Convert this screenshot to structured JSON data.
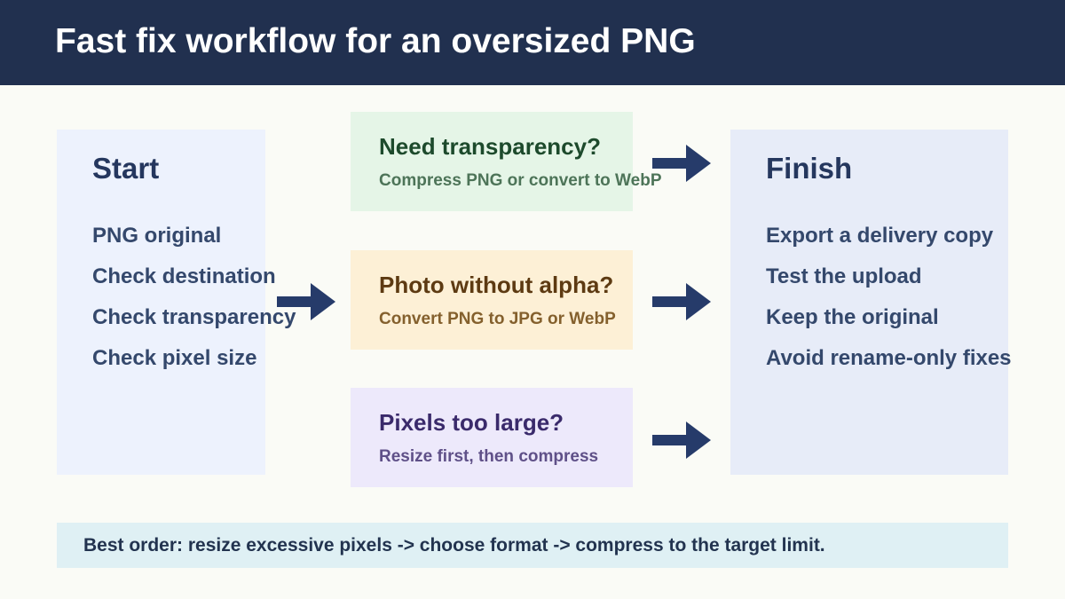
{
  "title": "Fast fix workflow for an oversized PNG",
  "start": {
    "heading": "Start",
    "items": [
      "PNG original",
      "Check destination",
      "Check transparency",
      "Check pixel size"
    ]
  },
  "branches": [
    {
      "title": "Need transparency?",
      "subtitle": "Compress PNG or convert to WebP"
    },
    {
      "title": "Photo without alpha?",
      "subtitle": "Convert PNG to JPG or WebP"
    },
    {
      "title": "Pixels too large?",
      "subtitle": "Resize first, then compress"
    }
  ],
  "finish": {
    "heading": "Finish",
    "items": [
      "Export a delivery copy",
      "Test the upload",
      "Keep the original",
      "Avoid rename-only fixes"
    ]
  },
  "footer": "Best order: resize excessive pixels -> choose format -> compress to the target limit.",
  "colors": {
    "header_bg": "#21304f",
    "arrow": "#263b6a",
    "transparency_branch": "#e5f5e7",
    "photo_branch": "#fdf0d6",
    "pixels_branch": "#ede9fb"
  }
}
